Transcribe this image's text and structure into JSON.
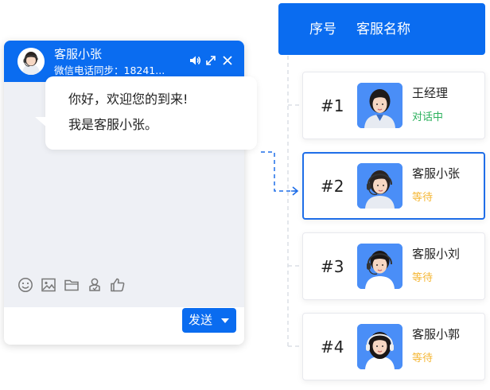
{
  "chat": {
    "agent_name": "客服小张",
    "agent_phone": "微信电话同步：18241...",
    "message_lines": [
      "你好，欢迎您的到来!",
      "我是客服小张。"
    ],
    "send_label": "发送"
  },
  "queue": {
    "header": {
      "col_number": "序号",
      "col_name": "客服名称"
    },
    "agents": [
      {
        "number": "#1",
        "name": "王经理",
        "status": "对话中",
        "status_color": "#2bb15c"
      },
      {
        "number": "#2",
        "name": "客服小张",
        "status": "等待",
        "status_color": "#f5b735",
        "active": true
      },
      {
        "number": "#3",
        "name": "客服小刘",
        "status": "等待",
        "status_color": "#f5b735"
      },
      {
        "number": "#4",
        "name": "客服小郭",
        "status": "等待",
        "status_color": "#f5b735"
      }
    ]
  },
  "colors": {
    "primary": "#0a6cf0",
    "chat_bg": "#eef0f5",
    "waiting": "#f5b735",
    "talking": "#2bb15c"
  },
  "icons": [
    "speaker-icon",
    "restore-icon",
    "close-icon",
    "emoji-icon",
    "image-icon",
    "folder-icon",
    "rating-icon",
    "thumbs-up-icon",
    "caret-down-icon"
  ]
}
